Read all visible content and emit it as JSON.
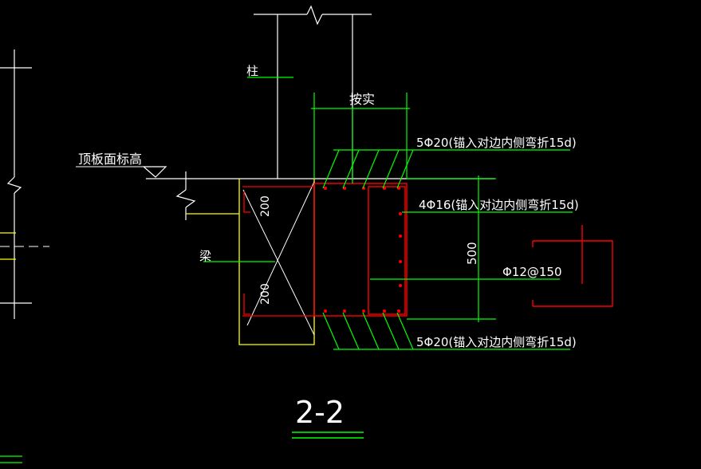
{
  "colors": {
    "background": "#000000",
    "white": "#ffffff",
    "yellow": "#ffff00",
    "green": "#00ff00",
    "red": "#ff0000"
  },
  "labels": {
    "column": "柱",
    "slab_top_elevation": "顶板面标高",
    "beam": "梁",
    "as_actual": "按实",
    "top_rebar": "5Φ20(锚入对边内侧弯折15d)",
    "side_rebar": "4Φ16(锚入对边内侧弯折15d)",
    "bottom_rebar": "5Φ20(锚入对边内侧弯折15d)",
    "stirrup": "Φ12@150",
    "depth": "500",
    "dim_top": "200",
    "dim_bottom": "200"
  },
  "section_title": "2-2"
}
